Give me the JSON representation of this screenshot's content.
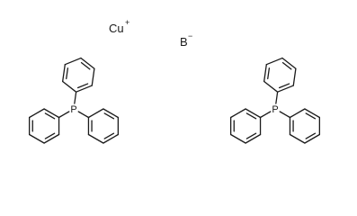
{
  "ions": {
    "copper": {
      "symbol": "Cu",
      "charge": "+"
    },
    "boron": {
      "symbol": "B",
      "charge": "−"
    }
  },
  "ligands": [
    {
      "name": "triphenylphosphine",
      "atom": "P",
      "rings": [
        "phenyl",
        "phenyl",
        "phenyl"
      ]
    },
    {
      "name": "triphenylphosphine",
      "atom": "P",
      "rings": [
        "phenyl",
        "phenyl",
        "phenyl"
      ]
    }
  ]
}
